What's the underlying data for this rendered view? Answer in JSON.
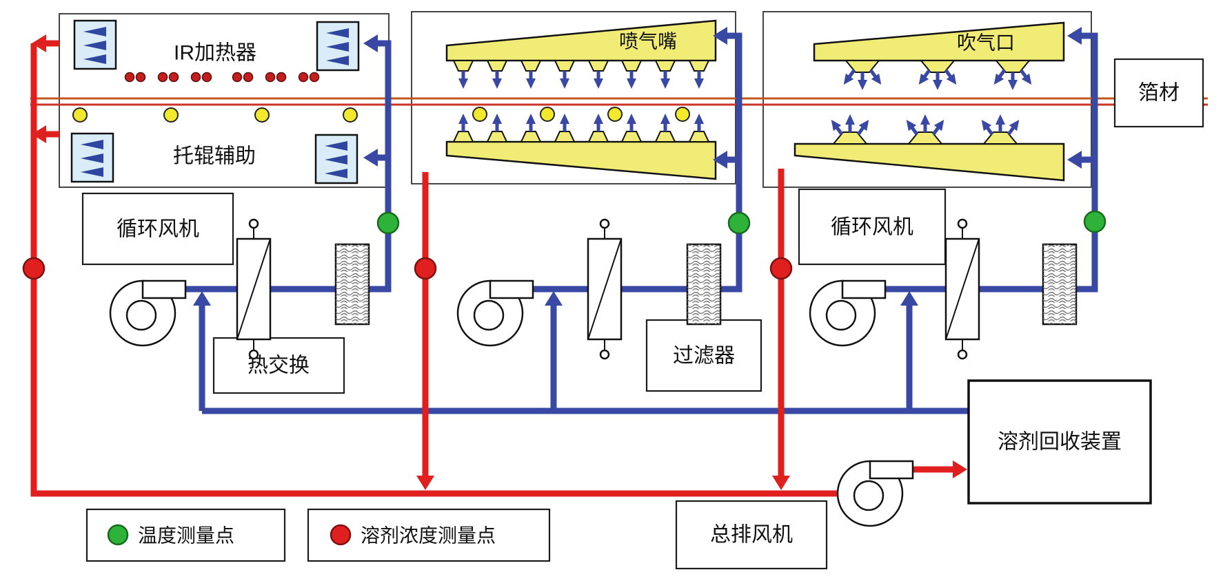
{
  "zones": {
    "ir_zone": {
      "heater_label": "IR加热器",
      "roller_label": "托辊辅助"
    },
    "jet_zone": {
      "label": "喷气嘴"
    },
    "blow_zone": {
      "label": "吹气口"
    }
  },
  "components": {
    "foil": "箔材",
    "circulation_fan_left": "循环风机",
    "circulation_fan_right": "循环风机",
    "heat_exchange": "热交换",
    "filter": "过滤器",
    "solvent_recovery": "溶剂回收装置",
    "main_exhaust_fan": "总排风机"
  },
  "legend": {
    "temperature_point": "温度测量点",
    "solvent_point": "溶剂浓度测量点"
  },
  "icons": {
    "fan": "blower-fan-icon",
    "heat_exchanger": "heat-exchanger-icon",
    "filter": "filter-icon",
    "temperature_point": "green-dot-icon",
    "solvent_point": "red-dot-icon"
  },
  "colors": {
    "pipe_blue": "#3949a3",
    "pipe_red": "#e01f1f",
    "plenum_yellow": "#f1ec75",
    "roller_yellow": "#f3e92c",
    "heater_fill": "#d9ecf8",
    "heater_accent": "#2f46a0",
    "temperature_point_green": "#2fb23a",
    "solvent_point_red": "#e01f1f",
    "foil_line_orange": "#c2571d",
    "foil_line_red": "#cc3322"
  }
}
